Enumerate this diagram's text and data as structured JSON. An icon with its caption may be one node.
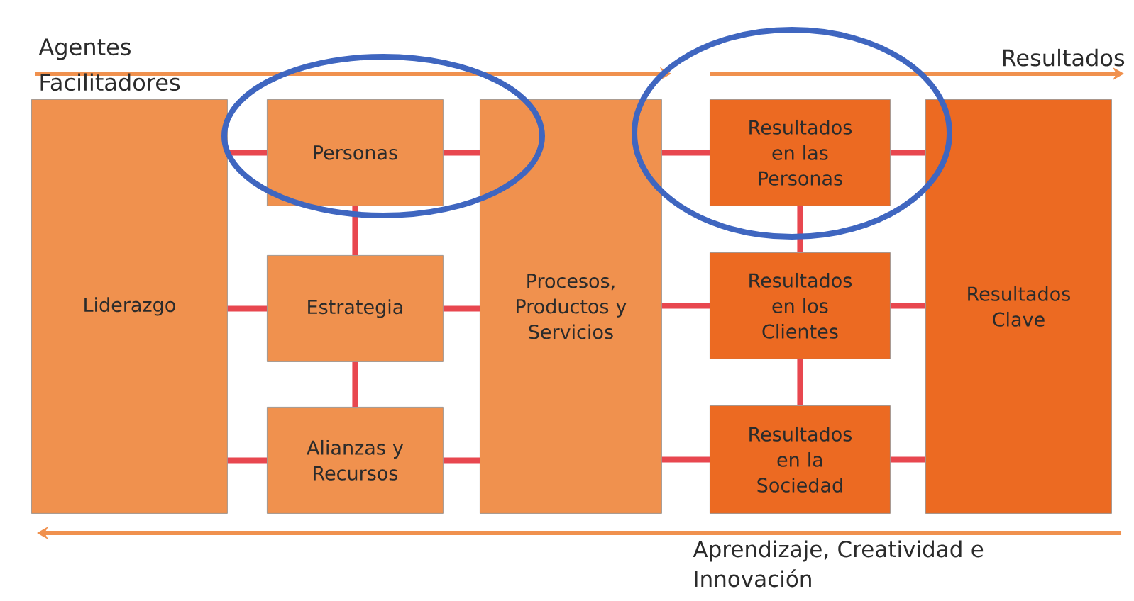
{
  "diagram": {
    "nodes": [
      {
        "text": [
          "Liderazgo"
        ]
      },
      {
        "text": [
          "Personas"
        ]
      },
      {
        "text": [
          "Estrategia"
        ]
      },
      {
        "text": [
          "Alianzas y Recursos"
        ]
      },
      {
        "text": [
          "Procesos, Productos y Servicios"
        ]
      },
      {
        "text": [
          "Resultados en las Personas"
        ]
      },
      {
        "text": [
          "Resultados en los Clientes"
        ]
      },
      {
        "text": [
          "Resultados en la Sociedad"
        ]
      },
      {
        "text": [
          "Resultados Clave"
        ]
      }
    ],
    "edges": [
      {
        "from": 0,
        "to": 1,
        "arrow": "none"
      },
      {
        "from": 0,
        "to": 2,
        "arrow": "none"
      },
      {
        "from": 0,
        "to": 3,
        "arrow": "none"
      },
      {
        "from": 1,
        "to": 2,
        "arrow": "none"
      },
      {
        "from": 2,
        "to": 3,
        "arrow": "none"
      },
      {
        "from": 1,
        "to": 4,
        "arrow": "none"
      },
      {
        "from": 2,
        "to": 4,
        "arrow": "none"
      },
      {
        "from": 3,
        "to": 4,
        "arrow": "none"
      },
      {
        "from": 4,
        "to": 5,
        "arrow": "none"
      },
      {
        "from": 4,
        "to": 6,
        "arrow": "none"
      },
      {
        "from": 4,
        "to": 7,
        "arrow": "none"
      },
      {
        "from": 5,
        "to": 6,
        "arrow": "none"
      },
      {
        "from": 6,
        "to": 7,
        "arrow": "none"
      },
      {
        "from": 5,
        "to": 8,
        "arrow": "none"
      },
      {
        "from": 6,
        "to": 8,
        "arrow": "none"
      },
      {
        "from": 7,
        "to": 8,
        "arrow": "none"
      }
    ],
    "labels": [
      "Agentes Facilitadores",
      "Resultados",
      "Aprendizaje, Creatividad e Innovación"
    ]
  }
}
